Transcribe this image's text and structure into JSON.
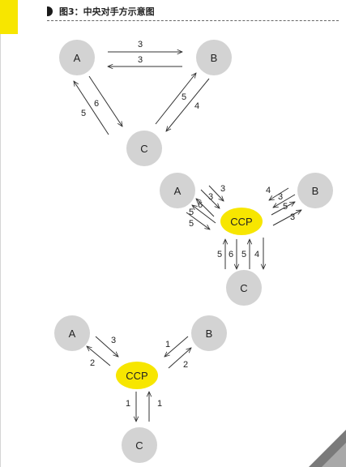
{
  "header": {
    "title": "图3：中央对手方示意图"
  },
  "nodes": {
    "a": "A",
    "b": "B",
    "c": "C",
    "ccp": "CCP"
  },
  "colors": {
    "node_fill": "#d3d3d3",
    "ccp_fill": "#f7e600",
    "accent_yellow": "#f7e600",
    "corner_gray": "#7a7a7a"
  },
  "diagram1": {
    "ab_top": "3",
    "ab_bottom": "3",
    "ac_left": "5",
    "ac_right": "6",
    "bc_left": "5",
    "bc_right": "4"
  },
  "diagram2": {
    "a_top": "3",
    "a_mid1": "3",
    "a_mid2": "6",
    "a_low1": "5",
    "a_low2": "5",
    "b_top": "4",
    "b_mid1": "3",
    "b_mid2": "5",
    "b_low": "3",
    "c_1": "5",
    "c_2": "6",
    "c_3": "5",
    "c_4": "4"
  },
  "diagram3": {
    "a_in": "3",
    "a_out": "2",
    "b_in": "1",
    "b_out": "2",
    "c_down": "1",
    "c_up": "1"
  }
}
